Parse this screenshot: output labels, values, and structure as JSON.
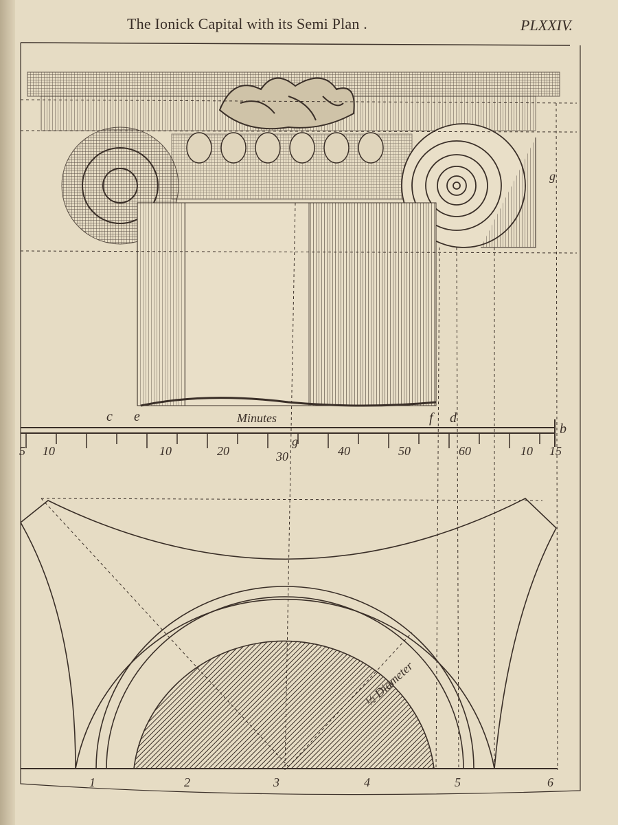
{
  "header": {
    "title": "The Ionick Capital with its Semi Plan .",
    "plate": "PLXXIV."
  },
  "scale": {
    "label": "Minutes",
    "letters": {
      "c": "c",
      "e": "e",
      "f": "f",
      "d": "d",
      "b": "b",
      "g_upper": "g",
      "g_scale": "g"
    },
    "ticks": [
      "5",
      "10",
      "10",
      "20",
      "30",
      "40",
      "50",
      "60",
      "10",
      "15"
    ]
  },
  "plan": {
    "radius_label": "½ Diameter",
    "points": [
      "1",
      "2",
      "3",
      "4",
      "5",
      "6"
    ]
  },
  "colors": {
    "paper": "#e6dcc4",
    "ink": "#3a2f28"
  }
}
